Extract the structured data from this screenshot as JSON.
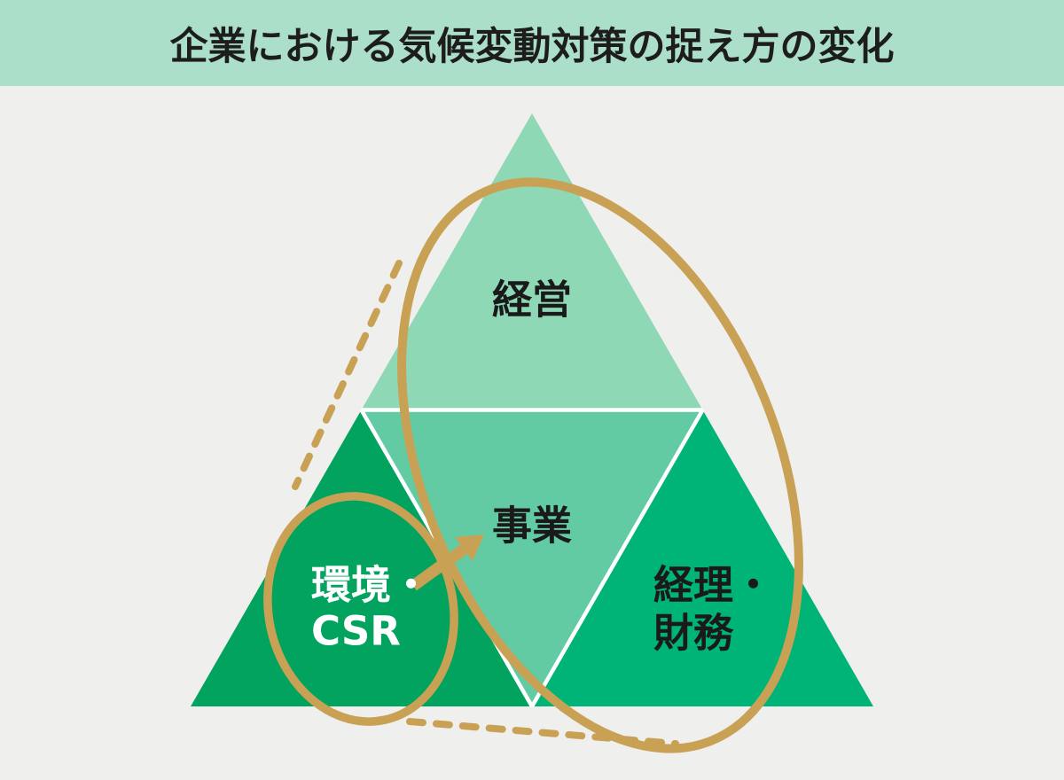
{
  "header": {
    "title": "企業における気候変動対策の捉え方の変化",
    "bg": "#abdfc9",
    "text_color": "#1d1d1d"
  },
  "colors": {
    "background": "#efefed",
    "gold": "#c9a154",
    "divider": "#ffffff"
  },
  "pyramid": {
    "top": {
      "label": "経営",
      "color": "#8ed8b6"
    },
    "middle": {
      "label": "事業",
      "color": "#63cba4"
    },
    "bottom_left": {
      "label_line1": "環境・",
      "label_line2": "CSR",
      "color": "#01a35e",
      "text_color": "#ffffff"
    },
    "bottom_right": {
      "label_line1": "経理・",
      "label_line2": "財務",
      "color": "#00b478"
    }
  }
}
